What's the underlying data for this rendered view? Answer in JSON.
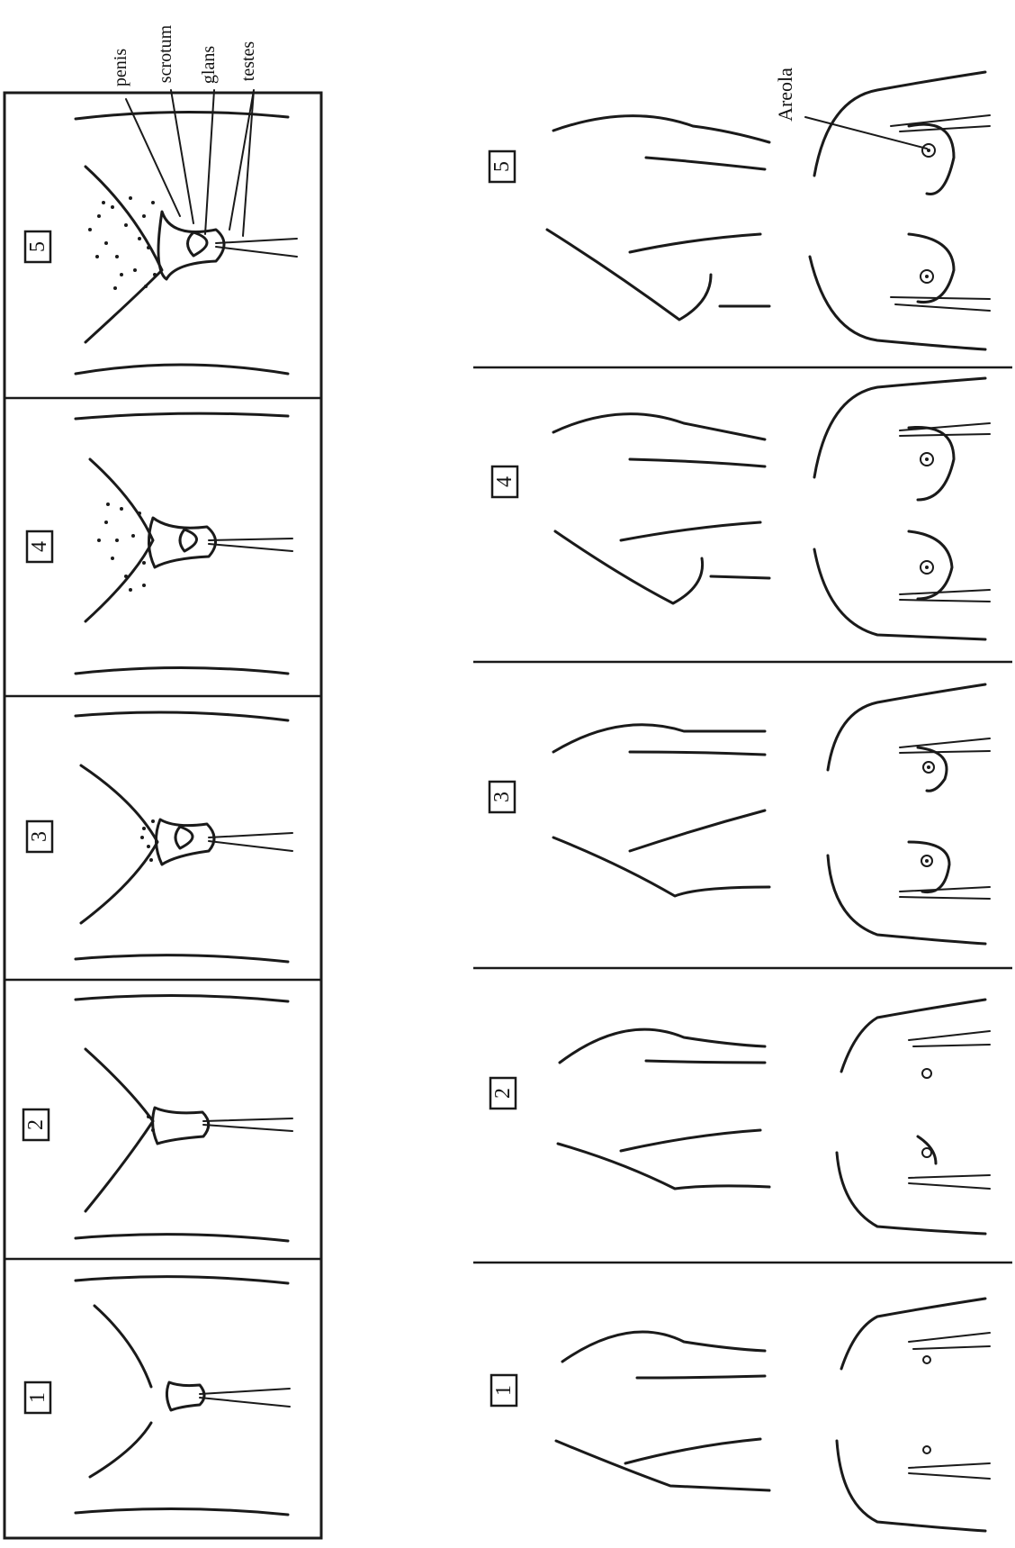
{
  "male_panel": {
    "stages": [
      "1",
      "2",
      "3",
      "4",
      "5"
    ],
    "labels": [
      "penis",
      "scrotum",
      "glans",
      "testes"
    ]
  },
  "female_panel": {
    "stages": [
      "1",
      "2",
      "3",
      "4",
      "5"
    ],
    "labels": [
      "Areola"
    ]
  }
}
